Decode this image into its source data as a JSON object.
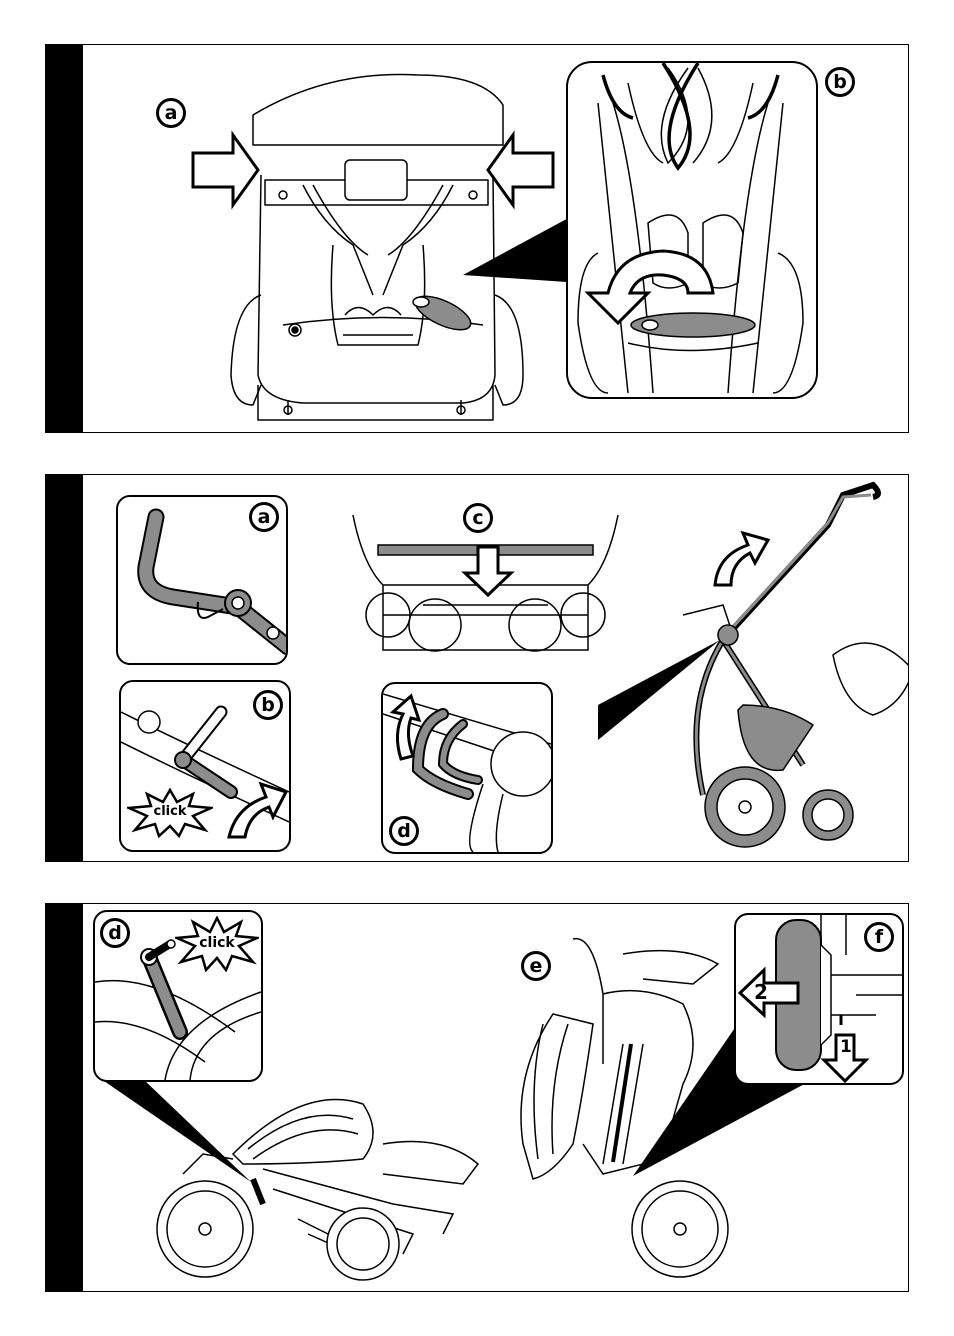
{
  "panels": [
    {
      "labels": {
        "main": "a",
        "inset": "b"
      }
    },
    {
      "labels": {
        "a": "a",
        "b": "b",
        "c": "c",
        "d": "d"
      },
      "click": "click"
    },
    {
      "labels": {
        "d": "d",
        "e": "e",
        "f": "f"
      },
      "click": "click",
      "steps": [
        "2",
        "1"
      ]
    }
  ],
  "icons": [
    "push-arrow-icon",
    "rotate-arrow-icon",
    "down-arrow-icon",
    "curved-arrow-icon",
    "click-burst-icon"
  ],
  "colors": {
    "ink": "#000000",
    "shade": "#8c8c8c",
    "strip": "#000000",
    "paper": "#ffffff"
  }
}
